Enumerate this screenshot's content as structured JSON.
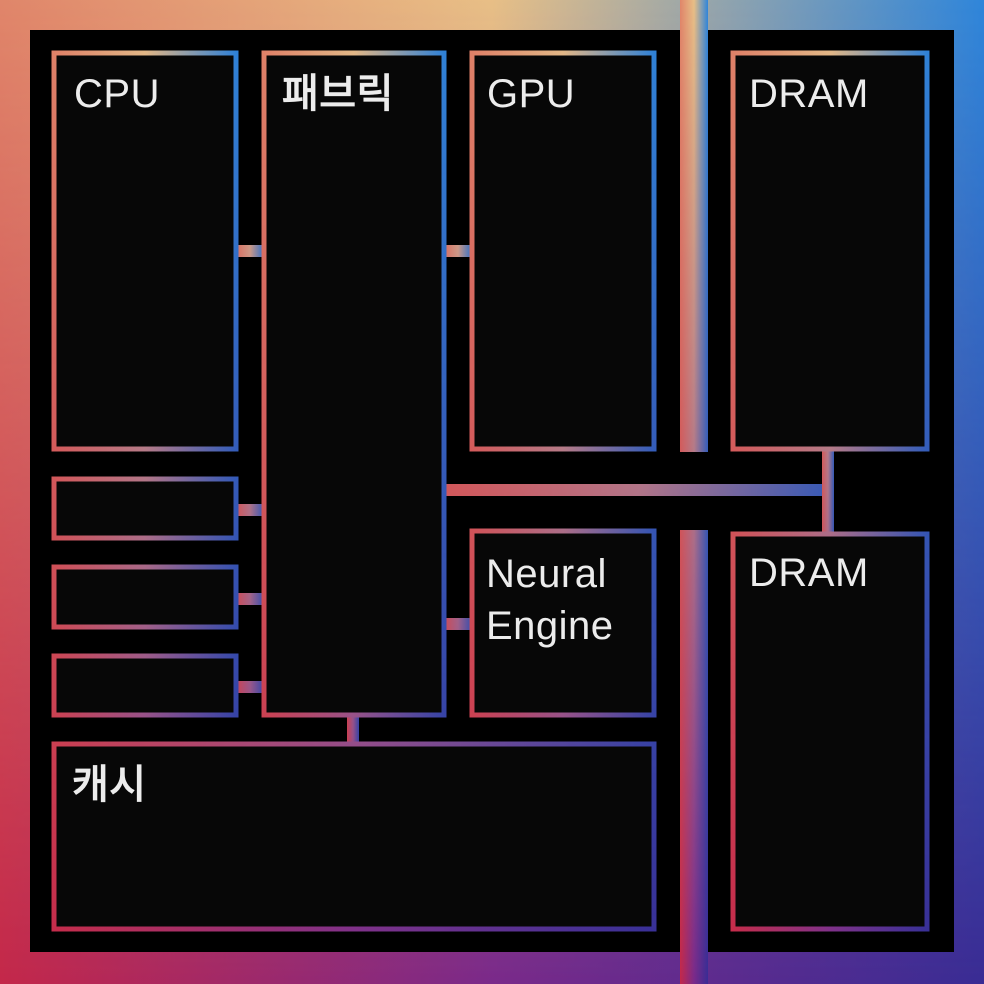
{
  "blocks": {
    "cpu": "CPU",
    "fabric": "패브릭",
    "gpu": "GPU",
    "dram_top": "DRAM",
    "neural_line1": "Neural",
    "neural_line2": "Engine",
    "dram_bottom": "DRAM",
    "cache": "캐시"
  },
  "colors": {
    "gradient_top_left": "#e0866a",
    "gradient_top_mid": "#e8bf86",
    "gradient_top_right": "#2f86da",
    "gradient_bottom_left": "#c4284a",
    "gradient_bottom_mid": "#7a2a8a",
    "gradient_bottom_right": "#3a2c94",
    "block_fill": "#070707",
    "background": "#000000",
    "label": "#ececec"
  }
}
